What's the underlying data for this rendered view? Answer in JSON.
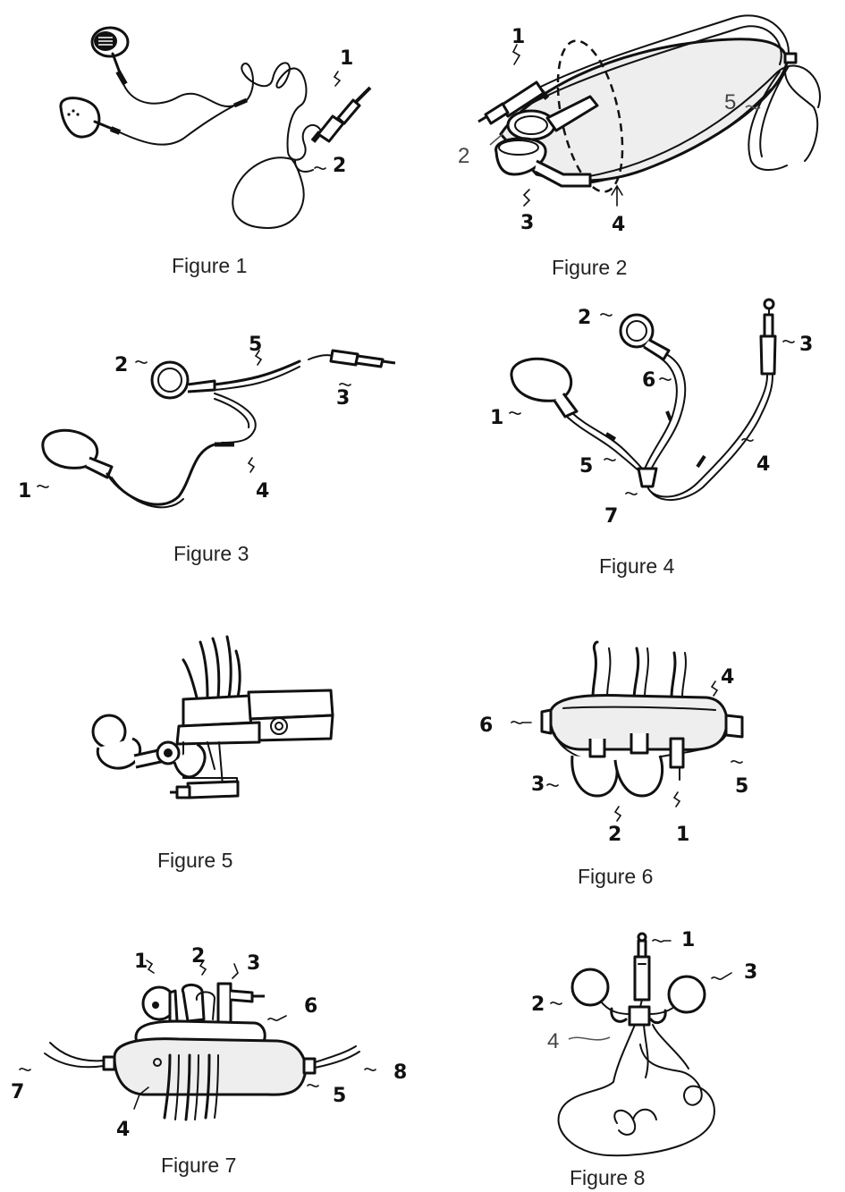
{
  "figures": [
    {
      "caption": "Figure 1",
      "labels": [
        "1",
        "2"
      ]
    },
    {
      "caption": "Figure 2",
      "labels": [
        "1",
        "2",
        "3",
        "4",
        "5"
      ]
    },
    {
      "caption": "Figure 3",
      "labels": [
        "1",
        "2",
        "3",
        "4",
        "5"
      ]
    },
    {
      "caption": "Figure 4",
      "labels": [
        "1",
        "2",
        "3",
        "4",
        "5",
        "6",
        "7"
      ]
    },
    {
      "caption": "Figure 5",
      "labels": []
    },
    {
      "caption": "Figure 6",
      "labels": [
        "1",
        "2",
        "3",
        "4",
        "5",
        "6"
      ]
    },
    {
      "caption": "Figure 7",
      "labels": [
        "1",
        "2",
        "3",
        "4",
        "5",
        "6",
        "7",
        "8"
      ]
    },
    {
      "caption": "Figure 8",
      "labels": [
        "1",
        "2",
        "3",
        "4"
      ]
    }
  ]
}
